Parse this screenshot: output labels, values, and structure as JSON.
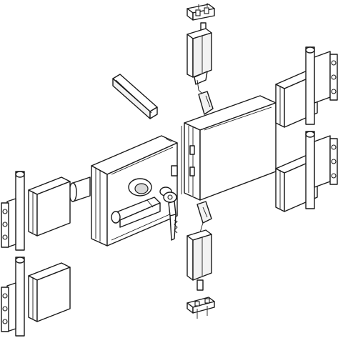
{
  "figure": {
    "kind": "exploded-view line drawing",
    "stroke_color": "#1a1a1a",
    "fill_color": "#ffffff",
    "shade_color": "#d9d9d9",
    "parts": [
      "lock-body",
      "strike-plate-box",
      "lever-handle",
      "key",
      "top-pivot-bolt",
      "bottom-pivot-bolt",
      "top-clamp-block",
      "bottom-clamp-block",
      "glass-gasket-strip",
      "left-hinge-top",
      "left-hinge-bottom",
      "right-hinge-top",
      "right-hinge-bottom"
    ]
  }
}
